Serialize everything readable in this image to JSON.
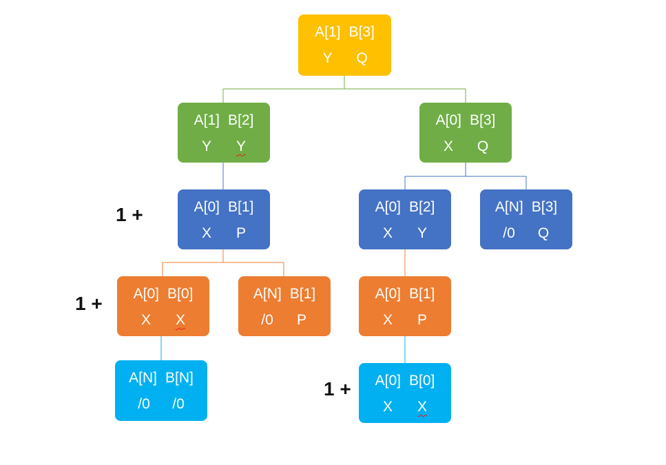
{
  "colors": {
    "yellow": "#ffc000",
    "green": "#70ad47",
    "blue": "#4472c4",
    "orange": "#ed7d31",
    "cyan": "#00b0f0"
  },
  "nodes": {
    "root": {
      "a": "A[1]",
      "b": "B[3]",
      "x": "Y",
      "y": "Q"
    },
    "l": {
      "a": "A[1]",
      "b": "B[2]",
      "x": "Y",
      "y": "Y"
    },
    "r": {
      "a": "A[0]",
      "b": "B[3]",
      "x": "X",
      "y": "Q"
    },
    "ll": {
      "a": "A[0]",
      "b": "B[1]",
      "x": "X",
      "y": "P"
    },
    "rl": {
      "a": "A[0]",
      "b": "B[2]",
      "x": "X",
      "y": "Y"
    },
    "rr": {
      "a": "A[N]",
      "b": "B[3]",
      "x": "/0",
      "y": "Q"
    },
    "lll": {
      "a": "A[0]",
      "b": "B[0]",
      "x": "X",
      "y": "X"
    },
    "llr": {
      "a": "A[N]",
      "b": "B[1]",
      "x": "/0",
      "y": "P"
    },
    "rll": {
      "a": "A[0]",
      "b": "B[1]",
      "x": "X",
      "y": "P"
    },
    "llll": {
      "a": "A[N]",
      "b": "B[N]",
      "x": "/0",
      "y": "/0"
    },
    "rlll": {
      "a": "A[0]",
      "b": "B[0]",
      "x": "X",
      "y": "X"
    }
  },
  "annotations": {
    "a1": "1 +",
    "a2": "1 +",
    "a3": "1 +"
  }
}
